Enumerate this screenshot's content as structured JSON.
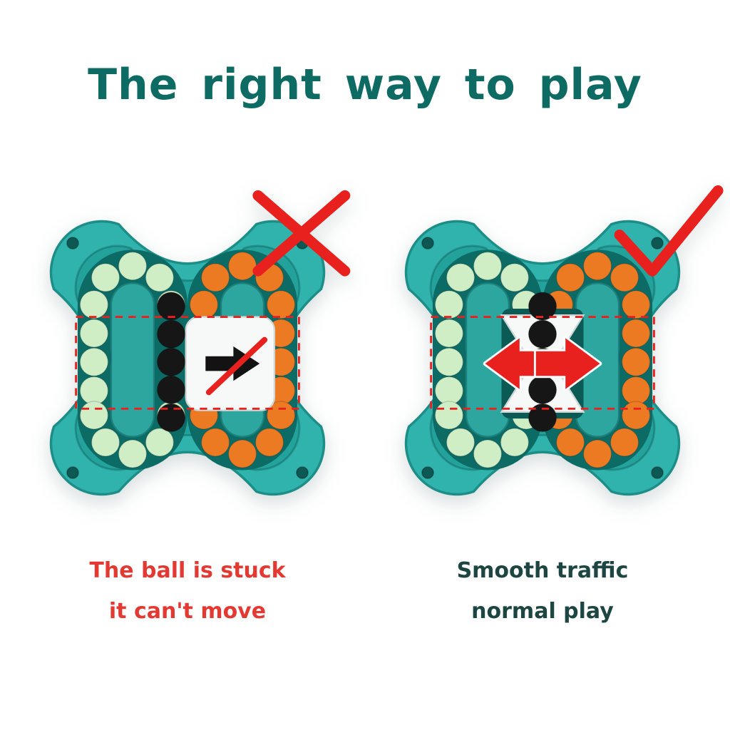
{
  "title": "The right way to play",
  "panels": [
    {
      "name": "wrong-way",
      "icons": {
        "verdict": "x-mark-icon",
        "motion": [
          "blocked-arrow-icon"
        ]
      },
      "caption": [
        "The ball is stuck",
        "it can't move"
      ]
    },
    {
      "name": "right-way",
      "icons": {
        "verdict": "check-mark-icon",
        "motion": [
          "arrow-left-icon",
          "arrow-right-icon"
        ]
      },
      "caption": [
        "Smooth traffic",
        "normal play"
      ]
    }
  ],
  "colors": {
    "title_text": "#0e6b63",
    "caption_wrong": "#e23a33",
    "caption_right": "#1d4643",
    "body_teal": "#2fb3ac",
    "body_edge": "#1d8e87",
    "panel_teal": "#23a29b",
    "channel_dark": "#0d6b66",
    "mint_bead": "#cfeec6",
    "orange_bead": "#ec7a22",
    "black_bead": "#161616",
    "annotation_red": "#e8211f",
    "slider_white": "#f7f9f8"
  }
}
